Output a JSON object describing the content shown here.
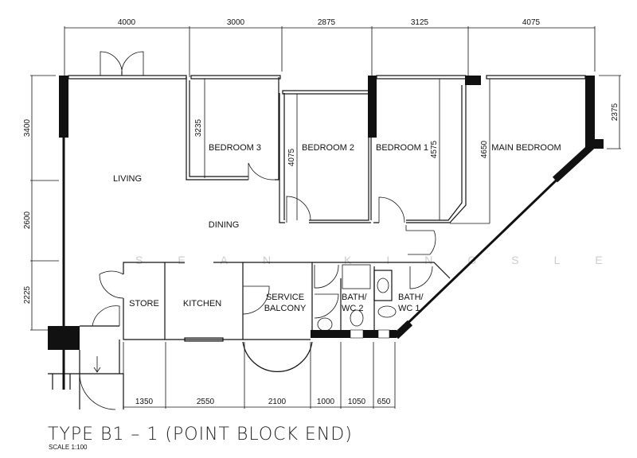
{
  "plan": {
    "title": "TYPE B1 – 1 (POINT BLOCK END)",
    "scale": "SCALE  1:100",
    "watermark": "SEAN KINGSLEY"
  },
  "dimensions": {
    "top": [
      "4000",
      "3000",
      "2875",
      "3125",
      "4075"
    ],
    "left": [
      "3400",
      "2600",
      "2225"
    ],
    "right": [
      "2375"
    ],
    "bottom": [
      "1350",
      "2550",
      "2100",
      "1000",
      "1050",
      "650"
    ],
    "interior": {
      "bedroom3": "3235",
      "bedroom2": "4075",
      "bedroom1": "4575",
      "main_bedroom": "4650"
    }
  },
  "rooms": {
    "living": "LIVING",
    "dining": "DINING",
    "bedroom3": "BEDROOM  3",
    "bedroom2": "BEDROOM  2",
    "bedroom1": "BEDROOM  1",
    "main_bedroom": "MAIN  BEDROOM",
    "store": "STORE",
    "kitchen": "KITCHEN",
    "service_balcony_1": "SERVICE",
    "service_balcony_2": "BALCONY",
    "bath2_1": "BATH/",
    "bath2_2": "WC  2",
    "bath1_1": "BATH/",
    "bath1_2": "WC  1"
  }
}
